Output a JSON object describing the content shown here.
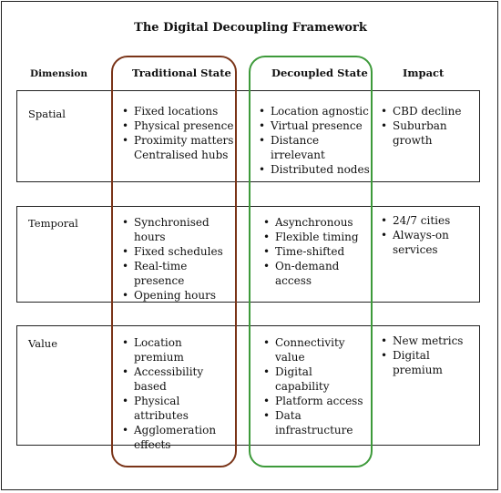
{
  "title": "The Digital Decoupling Framework",
  "columns": {
    "dimension": "Dimension",
    "traditional": "Traditional State",
    "decoupled": "Decoupled State",
    "impact": "Impact"
  },
  "colors": {
    "traditional": "#7a3418",
    "decoupled": "#3d9a3a"
  },
  "rows": [
    {
      "label": "Spatial",
      "traditional": [
        "Fixed locations",
        "Physical presence",
        "Proximity matters",
        "Centralised hubs"
      ],
      "decoupled": [
        "Location agnostic",
        "Virtual presence",
        "Distance irrelevant",
        "Distributed nodes"
      ],
      "impact": [
        "CBD decline",
        "Suburban growth"
      ]
    },
    {
      "label": "Temporal",
      "traditional": [
        "Synchronised hours",
        "Fixed schedules",
        "Real-time presence",
        "Opening hours"
      ],
      "decoupled": [
        "Asynchronous",
        "Flexible timing",
        "Time-shifted",
        "On-demand access"
      ],
      "impact": [
        "24/7 cities",
        "Always-on services"
      ]
    },
    {
      "label": "Value",
      "traditional": [
        "Location premium",
        "Accessibility based",
        "Physical attributes",
        "Agglomeration effects"
      ],
      "decoupled": [
        "Connectivity value",
        "Digital capability",
        "Platform access",
        "Data infrastructure"
      ],
      "impact": [
        "New metrics",
        "Digital premium"
      ]
    }
  ]
}
